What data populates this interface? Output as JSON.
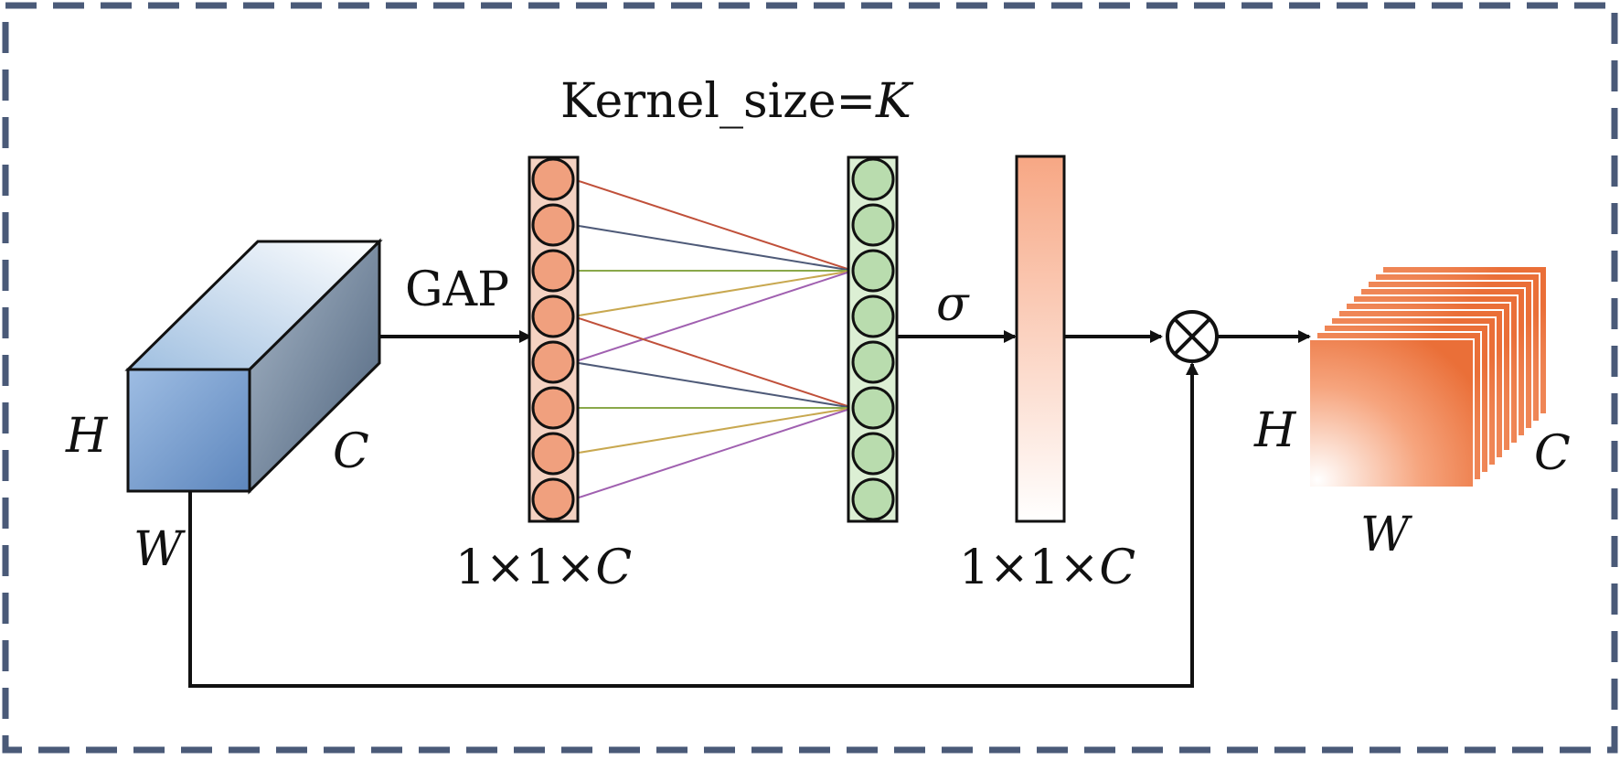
{
  "labels": {
    "kernel_prefix": "Kernel_size=",
    "kernel_var": "K",
    "gap": "GAP",
    "sigma": "σ",
    "h_in": "H",
    "w_in": "W",
    "c_in": "C",
    "dims_pre": "1×1×",
    "dims_var": "C",
    "dims2_pre": "1×1×",
    "dims2_var": "C",
    "h_out": "H",
    "w_out": "W",
    "c_out": "C"
  },
  "colors": {
    "border_dash": "#4a5a78",
    "input_front": "#6e95c8",
    "input_top": "#c9def2",
    "input_side": "#5f7591",
    "node_orange": "#f0a07e",
    "node_green": "#b9dcae",
    "attention_top": "#f7ab87",
    "output_orange": "#ec7b45"
  },
  "icons": {
    "multiply": "circled-times-icon"
  },
  "structure": {
    "node_count_per_column": 8,
    "output_stack_layers": 11
  }
}
